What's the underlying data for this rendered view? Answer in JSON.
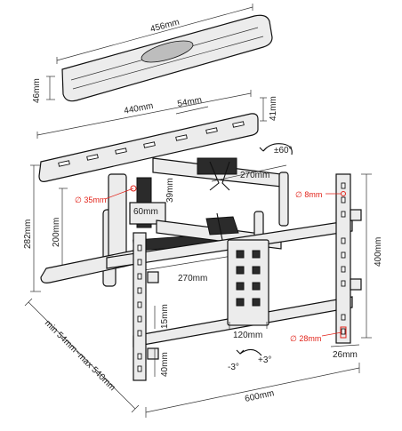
{
  "colors": {
    "line": "#111111",
    "accent_red": "#e2231a",
    "fill": "#ececec",
    "dark": "#2b2b2b"
  },
  "dimensions": {
    "top_plate_width": "456mm",
    "top_plate_height": "46mm",
    "arm_plate_width": "440mm",
    "arm_plate_height": "41mm",
    "slot_spacing": "54mm",
    "rotation": "±60°",
    "arm_reach_upper": "270mm",
    "arm_reach_lower": "270mm",
    "small_height": "39mm",
    "small_width": "60mm",
    "wall_height_outer": "282mm",
    "wall_height_inner": "200mm",
    "vesa_height": "400mm",
    "vesa_width": "600mm",
    "center_plate_width": "120mm",
    "slot_15": "15mm",
    "slot_40": "40mm",
    "bracket_depth": "26mm",
    "depth_range": "min 54mm~max 540mm",
    "tilt_down": "-3°",
    "tilt_up": "+3°"
  },
  "callouts": {
    "hole_35": "∅ 35mm",
    "hole_8": "∅ 8mm",
    "hole_28": "∅ 28mm"
  }
}
